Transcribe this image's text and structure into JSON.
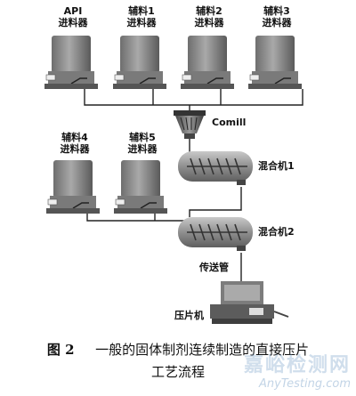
{
  "feeders_top": [
    {
      "name_line1": "API",
      "name_line2": "进料器"
    },
    {
      "name_line1": "辅料1",
      "name_line2": "进料器"
    },
    {
      "name_line1": "辅料2",
      "name_line2": "进料器"
    },
    {
      "name_line1": "辅料3",
      "name_line2": "进料器"
    }
  ],
  "feeders_bottom": [
    {
      "name_line1": "辅料4",
      "name_line2": "进料器"
    },
    {
      "name_line1": "辅料5",
      "name_line2": "进料器"
    }
  ],
  "comill_label": "Comill",
  "mixer1_label": "混合机1",
  "mixer2_label": "混合机2",
  "transfer_label": "传送管",
  "press_label": "压片机",
  "caption": {
    "fig_num": "图 2",
    "line1": "一般的固体制剂连续制造的直接压片",
    "line2": "工艺流程"
  },
  "watermark": {
    "line1": "嘉峪检测网",
    "line2": "AnyTesting.com"
  },
  "colors": {
    "hopper_body": "#8a8a8a",
    "hopper_dark": "#5e5e5e",
    "pipe": "#222222",
    "screw": "#333333"
  }
}
